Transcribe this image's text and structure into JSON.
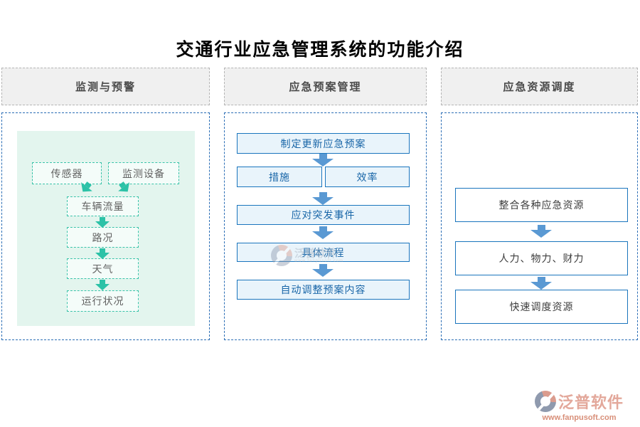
{
  "title": "交通行业应急管理系统的功能介绍",
  "columns": [
    {
      "header": "监测与预警",
      "nodes": {
        "sensor": "传感器",
        "device": "监测设备",
        "flow": "车辆流量",
        "road": "路况",
        "weather": "天气",
        "status": "运行状况"
      }
    },
    {
      "header": "应急预案管理",
      "nodes": {
        "plan": "制定更新应急预案",
        "measure": "措施",
        "efficiency": "效率",
        "respond": "应对突发事件",
        "process": "具体流程",
        "adjust": "自动调整预案内容"
      }
    },
    {
      "header": "应急资源调度",
      "nodes": {
        "integrate": "整合各种应急资源",
        "resources": "人力、物力、财力",
        "dispatch": "快速调度资源"
      }
    }
  ],
  "logo": {
    "brand": "泛普软件",
    "url": "www.fanpusoft.com"
  },
  "colors": {
    "teal_border": "#3ac3a9",
    "teal_arrow": "#2cc2a7",
    "mint_bg": "#e3f5ee",
    "blue_border": "#1a75bd",
    "blue_fill": "#e9f4fb",
    "blue_text": "#1966a8",
    "blue_arrow": "#5a99d3",
    "panel_border": "#2a6db5",
    "header_bg": "#f0f0f0",
    "logo_coral": "#e3a89b"
  }
}
